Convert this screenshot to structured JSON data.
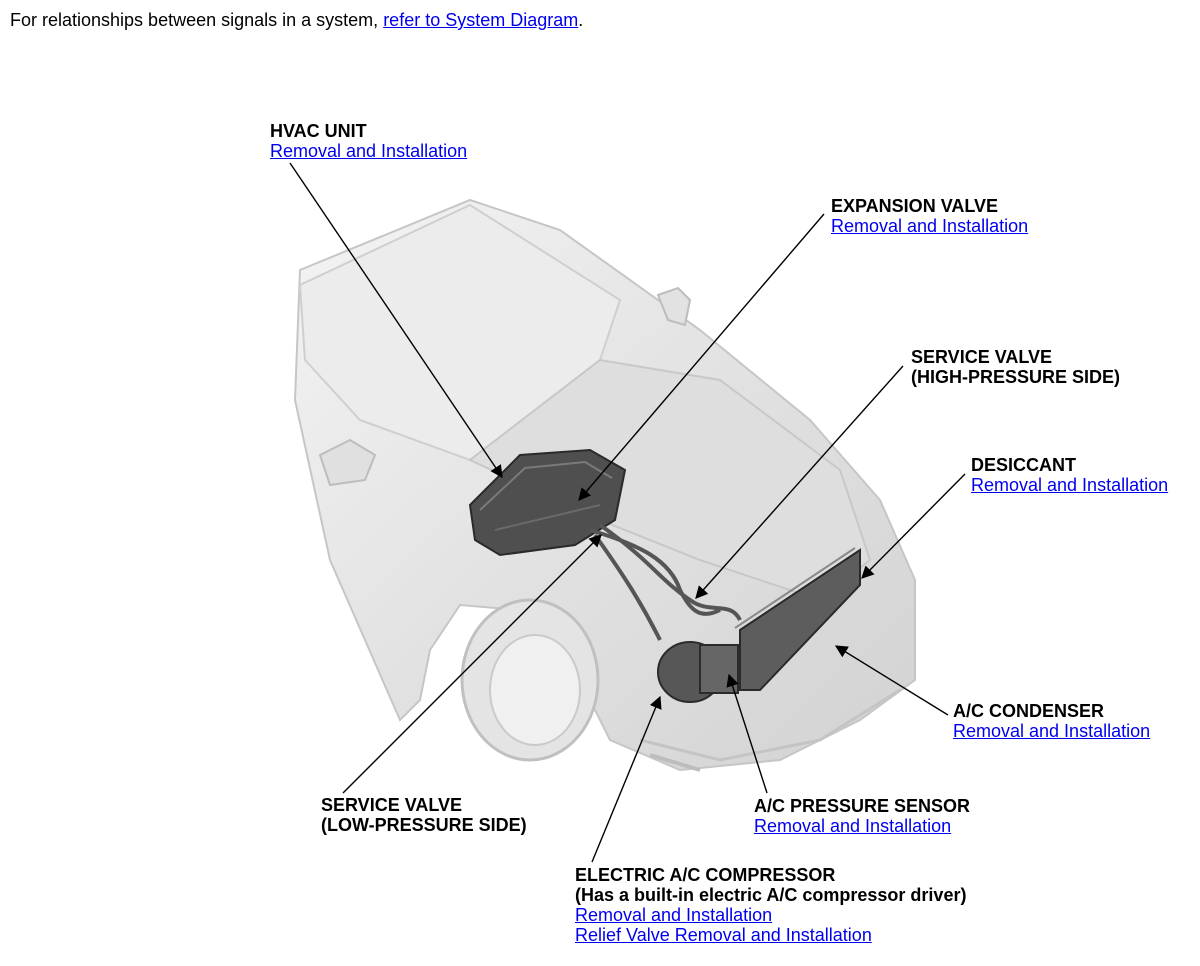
{
  "intro": {
    "text": "For relationships between signals in a system, ",
    "link": "refer to System Diagram",
    "end": "."
  },
  "labels": {
    "hvac": {
      "title": "HVAC UNIT",
      "link": "Removal and Installation"
    },
    "expansion": {
      "title": "EXPANSION VALVE",
      "link": "Removal and Installation"
    },
    "svc_high": {
      "title1": "SERVICE VALVE",
      "title2": "(HIGH-PRESSURE SIDE)"
    },
    "desiccant": {
      "title": "DESICCANT",
      "link": "Removal and Installation"
    },
    "condenser": {
      "title": "A/C CONDENSER",
      "link": "Removal and Installation"
    },
    "sensor": {
      "title": "A/C PRESSURE SENSOR",
      "link": "Removal and Installation"
    },
    "svc_low": {
      "title1": "SERVICE VALVE",
      "title2": "(LOW-PRESSURE SIDE)"
    },
    "compressor": {
      "title1": "ELECTRIC A/C COMPRESSOR",
      "title2": "(Has a built-in electric A/C compressor driver)",
      "link1": "Removal and Installation",
      "link2": "Relief Valve Removal and Installation"
    }
  },
  "colors": {
    "link": "#0000ee",
    "car_fill": "#e6e6e6",
    "car_stroke": "#c4c4c4",
    "part_dark": "#4a4a4a"
  }
}
